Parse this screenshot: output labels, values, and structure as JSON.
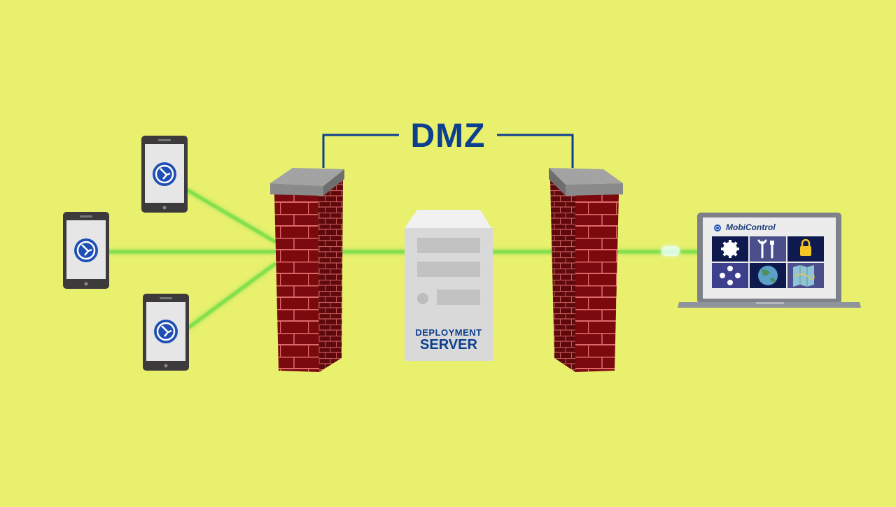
{
  "diagram": {
    "zone_label": "DMZ",
    "server": {
      "line1": "DEPLOYMENT",
      "line2": "SERVER"
    },
    "console": {
      "title": "MobiControl"
    },
    "devices": [
      {
        "name": "phone-top"
      },
      {
        "name": "phone-middle"
      },
      {
        "name": "phone-bottom"
      }
    ],
    "console_tiles": [
      "gear-icon",
      "tools-icon",
      "lock-icon",
      "dots-icon",
      "globe-icon",
      "map-icon"
    ],
    "colors": {
      "background": "#e8f06e",
      "accent_blue": "#0d3f8f",
      "brick": "#7a0a0e",
      "mortar": "#e06a6a",
      "connection": "#7ee04a"
    }
  }
}
